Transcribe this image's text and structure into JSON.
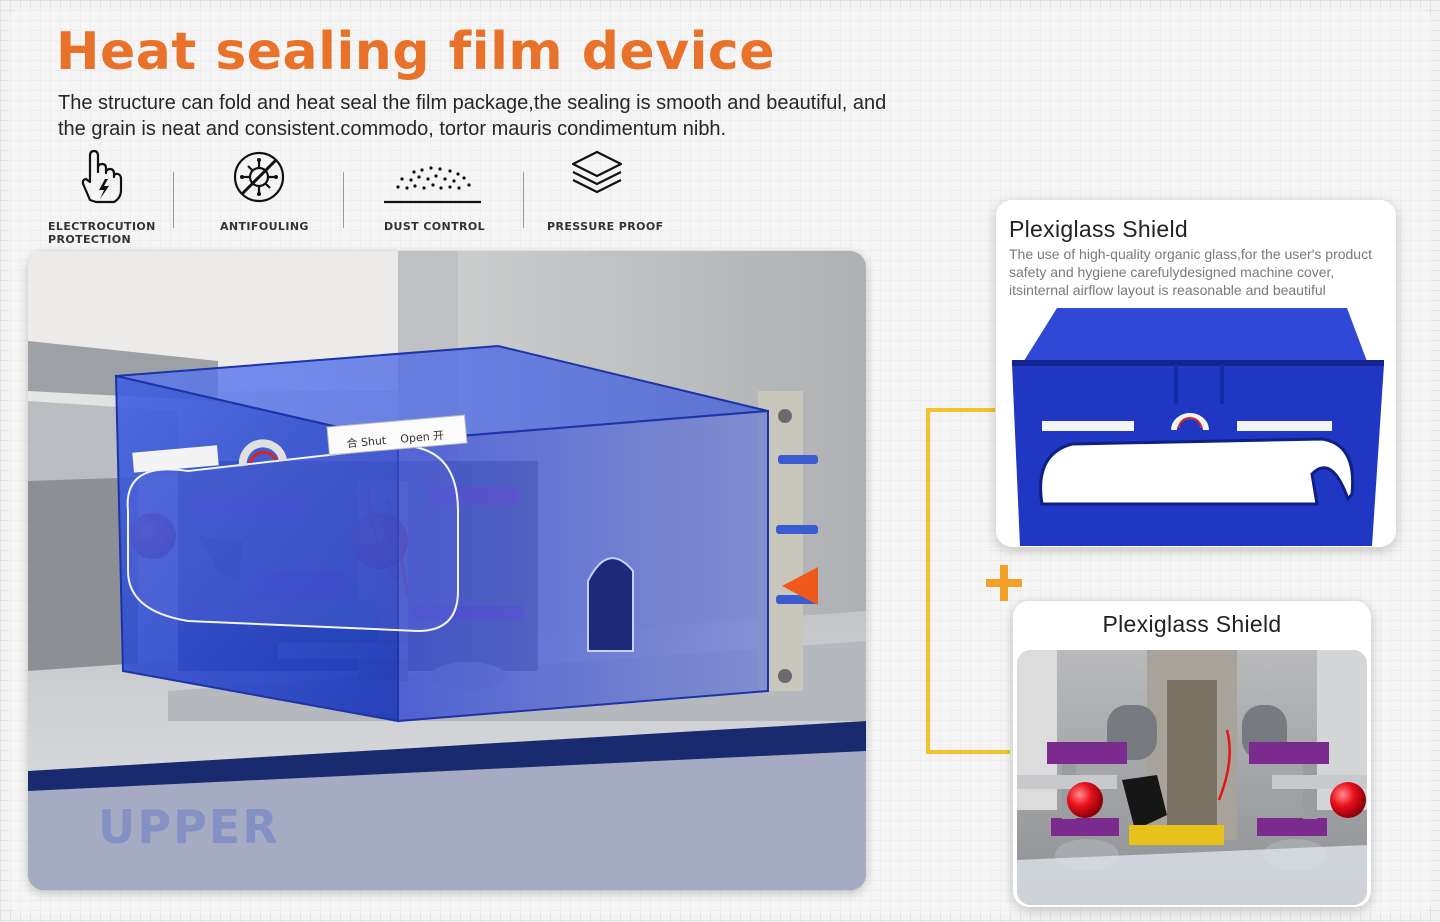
{
  "header": {
    "title": "Heat sealing film device",
    "description": "The structure can fold and heat seal the film package,the sealing is smooth and beautiful, and the grain is neat and consistent.commodo, tortor mauris condimentum nibh."
  },
  "features": [
    {
      "icon": "hand-electric-icon",
      "label": "ELECTROCUTION\nPROTECTION"
    },
    {
      "icon": "virus-blocked-icon",
      "label": "ANTIFOULING"
    },
    {
      "icon": "dust-icon",
      "label": "DUST CONTROL"
    },
    {
      "icon": "layers-icon",
      "label": "PRESSURE PROOF"
    }
  ],
  "main_photo": {
    "cover_label_shut": "合 Shut",
    "cover_label_open": "Open 开",
    "watermark": "UPPER"
  },
  "cards": [
    {
      "title": "Plexiglass Shield",
      "description": "The use of high-quality organic glass,for the user's product safety and hygiene carefulydesigned machine cover, itsinternal airflow layout is reasonable and beautiful"
    },
    {
      "title": "Plexiglass Shield"
    }
  ],
  "colors": {
    "accent": "#e8722a",
    "connector": "#f5c22e",
    "shield_blue": "#2a3fc8"
  }
}
